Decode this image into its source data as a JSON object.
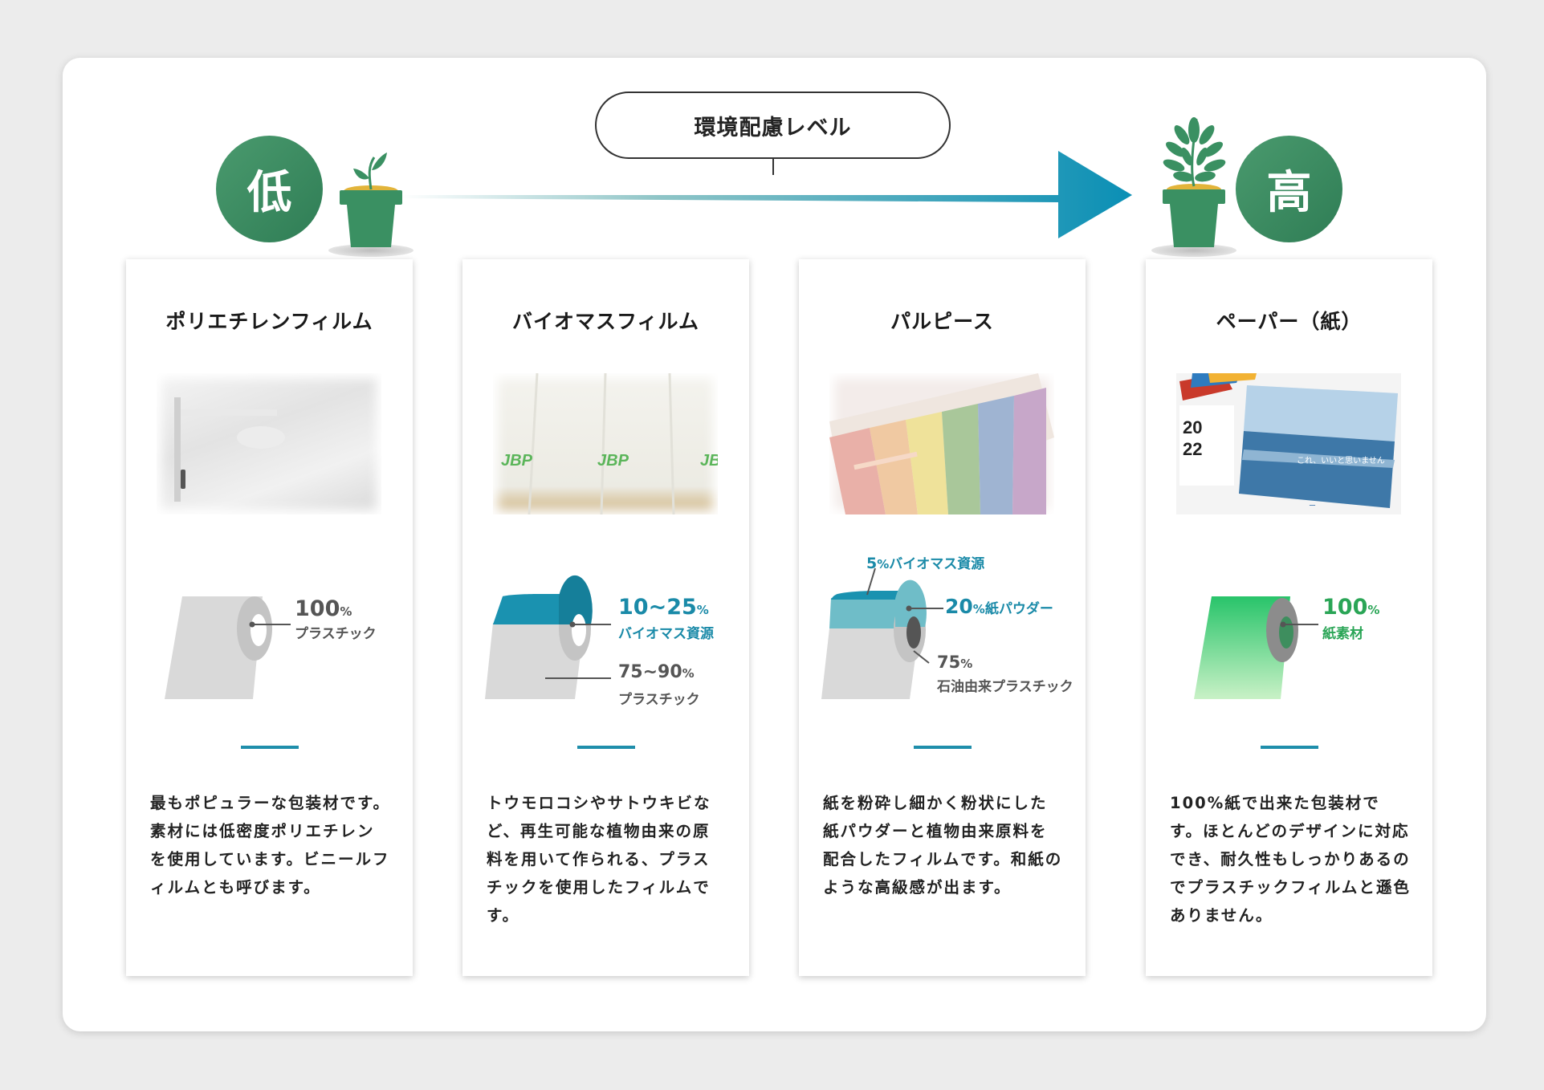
{
  "header": {
    "level_label": "環境配慮レベル",
    "low_label": "低",
    "high_label": "高"
  },
  "colors": {
    "green": "#3a8b62",
    "teal": "#1a92b0",
    "gray_roll": "#d9d9d9",
    "paper_green": "#2fbf6d"
  },
  "cards": [
    {
      "title": "ポリエチレンフィルム",
      "composition": [
        {
          "value": "100",
          "unit": "%",
          "label": "プラスチック"
        }
      ],
      "description": "最もポピュラーな包装材です。素材には低密度ポリエチレンを使用しています。ビニールフィルムとも呼びます。"
    },
    {
      "title": "バイオマスフィルム",
      "photo_logo": "JBP",
      "composition": [
        {
          "value": "10~25",
          "unit": "%",
          "label": "バイオマス資源"
        },
        {
          "value": "75~90",
          "unit": "%",
          "label": "プラスチック"
        }
      ],
      "description": "トウモロコシやサトウキビなど、再生可能な植物由来の原料を用いて作られる、プラスチックを使用したフィルムです。"
    },
    {
      "title": "パルピース",
      "composition": [
        {
          "value": "5",
          "unit": "%",
          "label": "バイオマス資源"
        },
        {
          "value": "20",
          "unit": "%",
          "label": "紙パウダー"
        },
        {
          "value": "75",
          "unit": "%",
          "label": "石油由来プラスチック"
        }
      ],
      "description": "紙を粉砕し細かく粉状にした紙パウダーと植物由来原料を配合したフィルムです。和紙のような高級感が出ます。"
    },
    {
      "title": "ペーパー（紙）",
      "photo_text": [
        "20",
        "22",
        "これ、いいと思いません",
        "ー"
      ],
      "composition": [
        {
          "value": "100",
          "unit": "%",
          "label": "紙素材"
        }
      ],
      "description": "100%紙で出来た包装材です。ほとんどのデザインに対応でき、耐久性もしっかりあるのでプラスチックフィルムと遜色ありません。"
    }
  ]
}
